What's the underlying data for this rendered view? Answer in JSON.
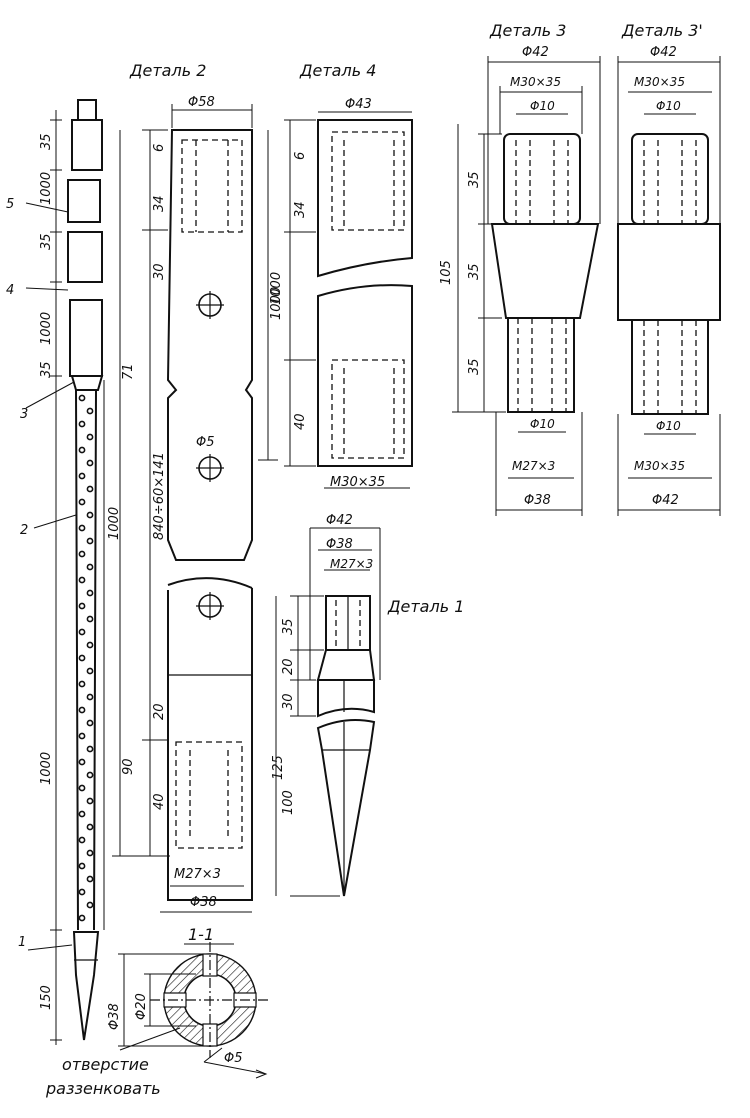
{
  "titles": {
    "detail2": "Деталь 2",
    "detail4": "Деталь 4",
    "detail3": "Деталь 3",
    "detail3b": "Деталь 3'",
    "detail1": "Деталь 1",
    "section": "1-1"
  },
  "note": {
    "line1": "отверстие",
    "line2": "раззенковать"
  },
  "assembly": {
    "labels": [
      "1",
      "2",
      "3",
      "4",
      "5"
    ],
    "dims": [
      "35",
      "1000",
      "35",
      "1000",
      "35",
      "1000",
      "1000",
      "150"
    ]
  },
  "detail2": {
    "top_dia": "Φ58",
    "bottom_dia": "Φ38",
    "thread": "M27×3",
    "hole": "Φ5",
    "dims": [
      "6",
      "34",
      "30",
      "71",
      "840÷60×141",
      "1000",
      "20",
      "40",
      "90",
      "125"
    ]
  },
  "detail4": {
    "top_dia": "Φ43",
    "thread": "M30×35",
    "dims": [
      "6",
      "34",
      "40",
      "1000"
    ]
  },
  "detail3": {
    "outer_dia": "Φ42",
    "thread_top": "M30×35",
    "inner_top": "Φ10",
    "inner_bottom": "Φ10",
    "thread_bottom": "M27×3",
    "bottom_dia": "Φ38",
    "dims": [
      "35",
      "35",
      "35",
      "105"
    ]
  },
  "detail3b": {
    "outer_dia": "Φ42",
    "thread_top": "M30×35",
    "inner_top": "Φ10",
    "inner_bottom": "Φ10",
    "thread_bottom": "M30×35",
    "bottom_dia": "Φ42"
  },
  "detail1": {
    "outer_dia": "Φ42",
    "mid_dia": "Φ38",
    "thread": "M27×3",
    "dims": [
      "35",
      "20",
      "30",
      "100"
    ]
  },
  "section": {
    "outer": "Φ38",
    "inner": "Φ20",
    "hole": "Φ5"
  }
}
